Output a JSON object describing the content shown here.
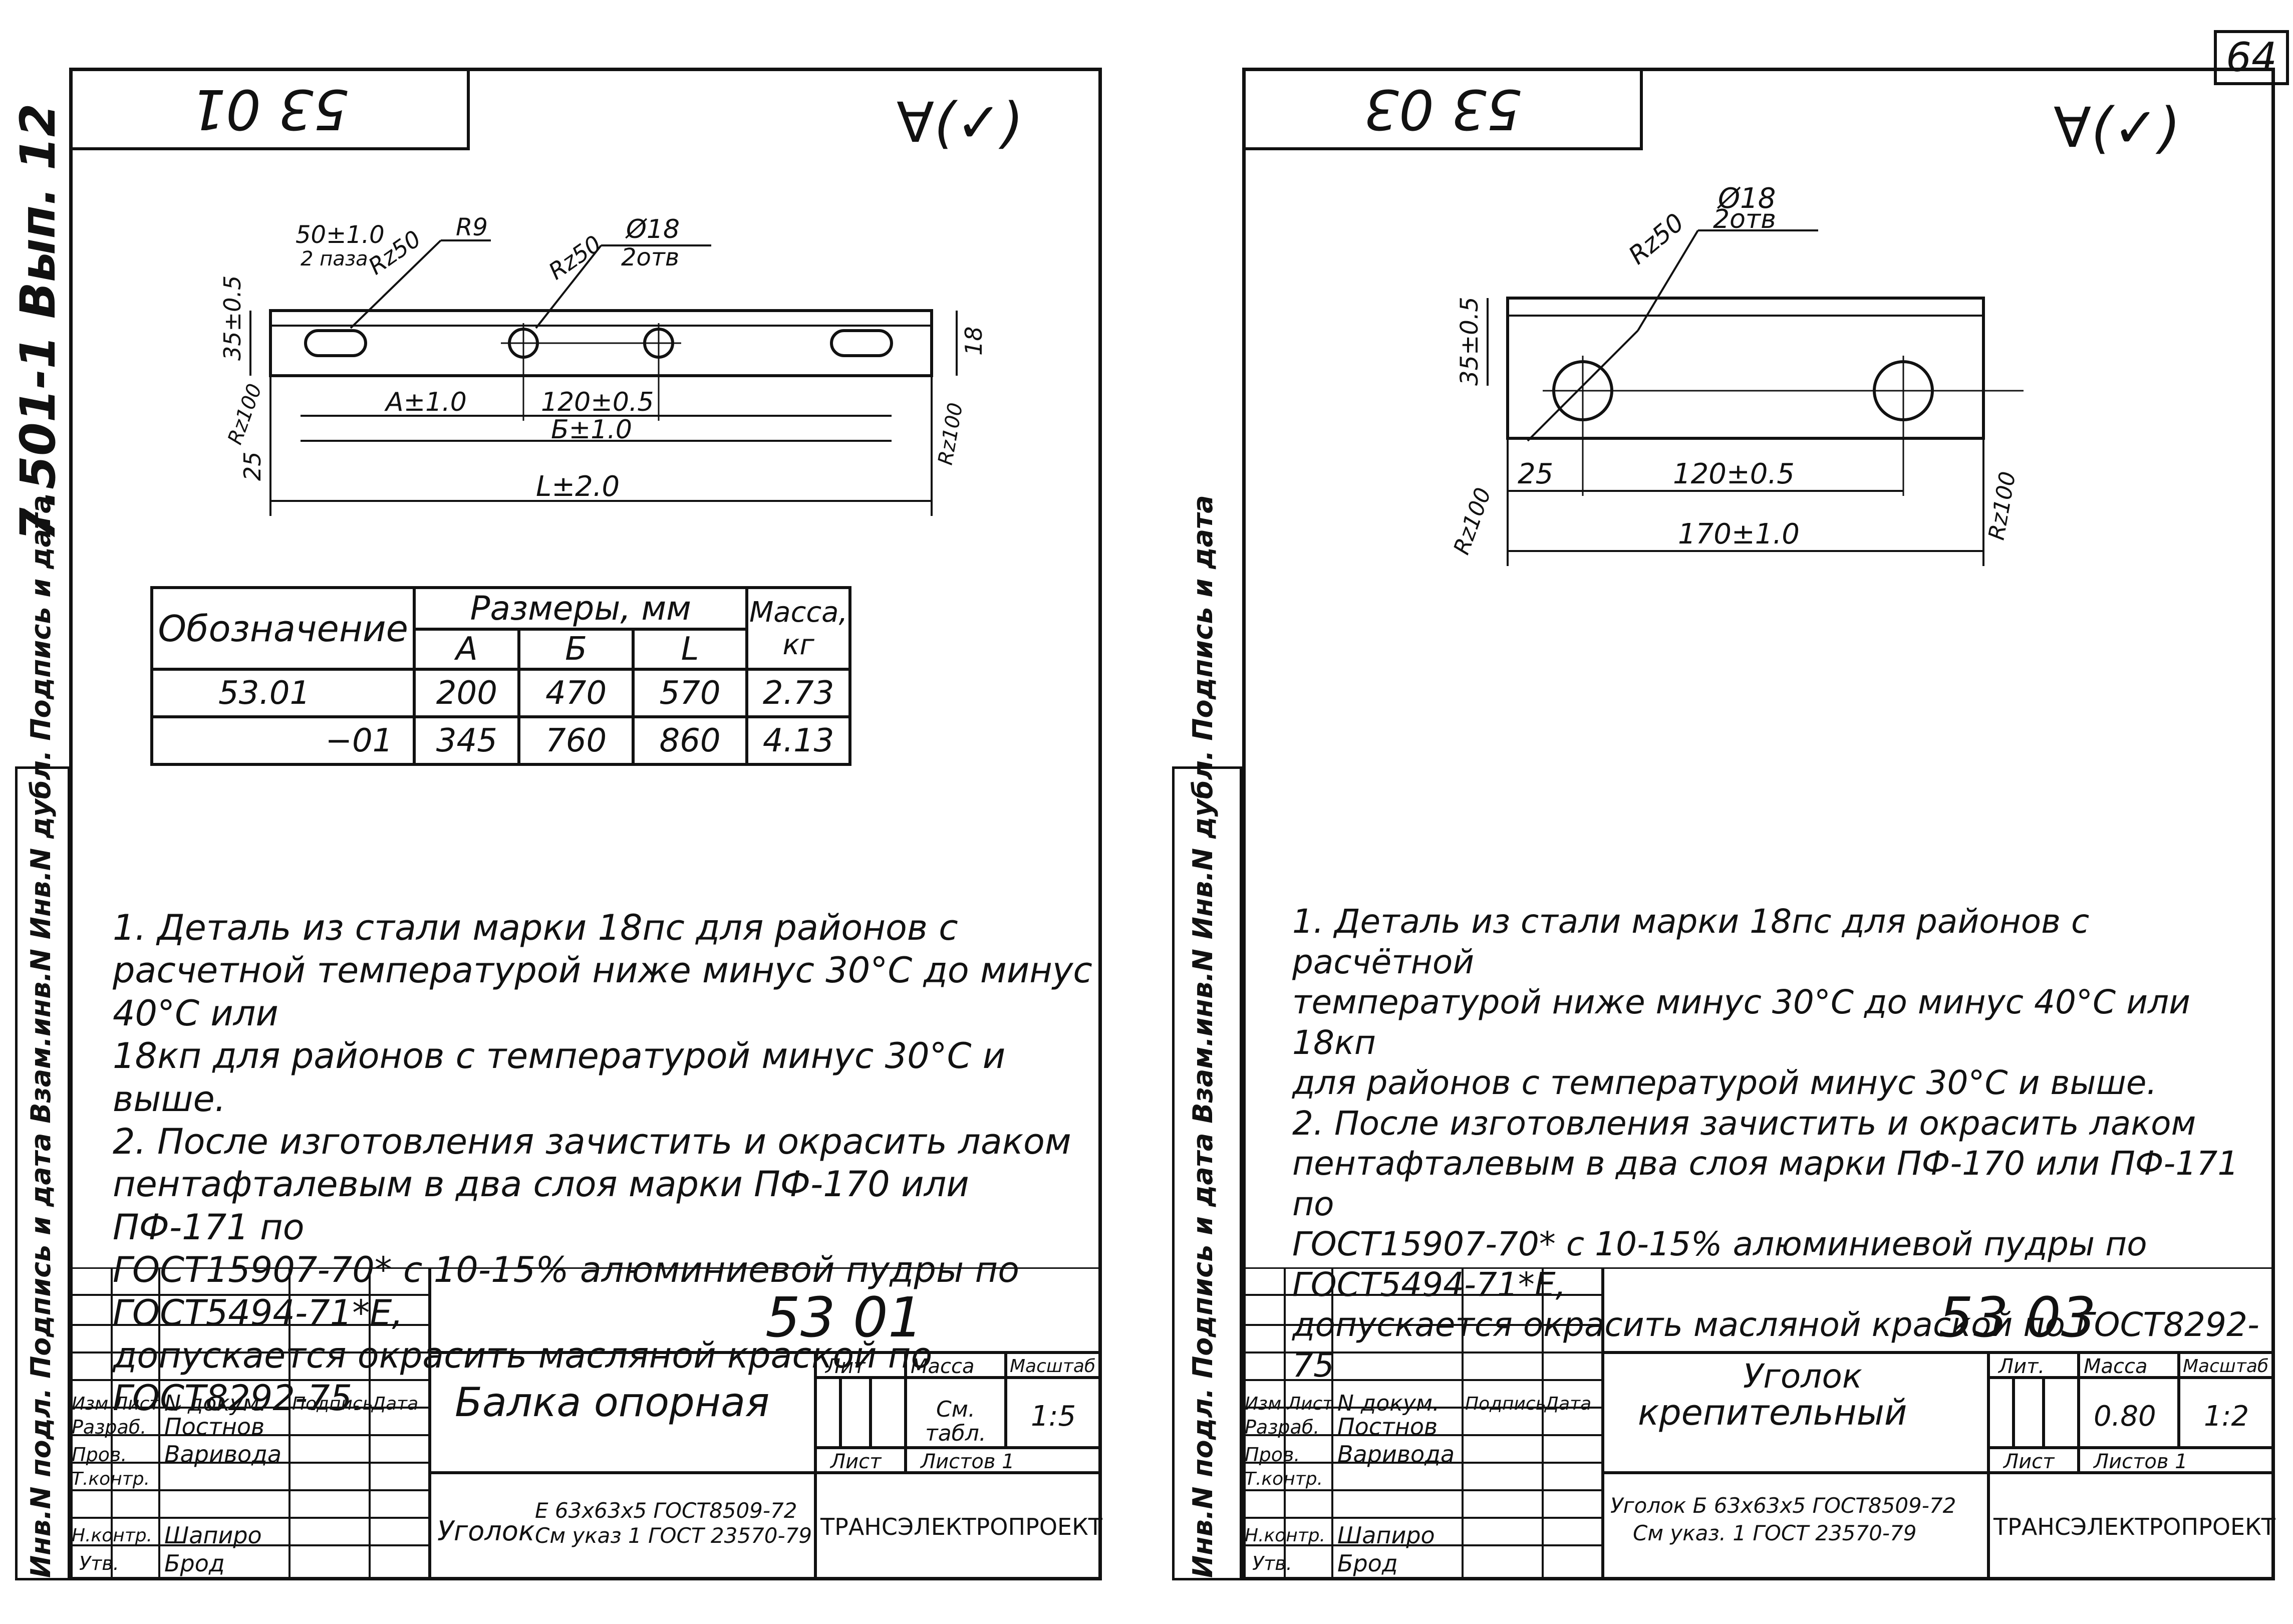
{
  "page_corner": {
    "sheet_number": "64"
  },
  "side_labels": {
    "series": "7.501-1 Вып. 12",
    "stamp_left": "Инв.N подл. Подпись и дата Взам.инв.N Инв.N дубл. Подпись и дата",
    "stamp_right": "Инв.N подл. Подпись и дата Взам.инв.N Инв.N дубл. Подпись и дата"
  },
  "left_sheet": {
    "code": "53 01",
    "roughness_symbol": "∀(✓)",
    "drawing": {
      "dim_50": "50±1.0",
      "dim_2paza": "2 паза",
      "rz50a": "Rz50",
      "r9": "R9",
      "rz50b": "Rz50",
      "hole": "Ø18",
      "holes_count": "2отв",
      "dim_35": "35±0.5",
      "dim_18": "18",
      "rz100_left": "Rz100",
      "dim_25": "25",
      "dim_a": "A±1.0",
      "dim_120": "120±0.5",
      "dim_b": "Б±1.0",
      "dim_l": "L±2.0",
      "rz100_right": "Rz100"
    },
    "table": {
      "h_designation": "Обозначение",
      "h_sizes": "Размеры, мм",
      "h_mass": "Масса, кг",
      "h_a": "A",
      "h_b": "Б",
      "h_l": "L",
      "rows": [
        {
          "designation": "53.01",
          "a": "200",
          "b": "470",
          "l": "570",
          "mass": "2.73"
        },
        {
          "designation": "−01",
          "a": "345",
          "b": "760",
          "l": "860",
          "mass": "4.13"
        }
      ]
    },
    "notes": "1. Деталь из стали марки 18пс для районов с\nрасчетной температурой ниже минус 30°С до минус 40°С или\n18кп для районов с температурой минус 30°С и выше.\n2. После изготовления зачистить и окрасить лаком\nпентафталевым в два слоя марки ПФ-170 или ПФ-171 по\nГОСТ15907-70* с 10-15% алюминиевой пудры по ГОСТ5494-71*Е,\nдопускается окрасить масляной краской по ГОСТ8292-75.",
    "title_block": {
      "code": "53 01",
      "name": "Балка опорная",
      "lit": "Лит",
      "mass": "Масса",
      "scale": "Масштаб",
      "mass_value": "См. табл.",
      "scale_value": "1:5",
      "sheet": "Лист",
      "sheets": "Листов 1",
      "material_prefix": "Уголок",
      "material_line1": "Е 63х63х5 ГОСТ8509-72",
      "material_line2": "См указ 1 ГОСТ 23570-79",
      "org": "ТРАНСЭЛЕКТРОПРОЕКТ",
      "h_izm": "Изм",
      "h_list": "Лист",
      "h_doc": "N докум.",
      "h_sign": "Подпись",
      "h_date": "Дата",
      "r_razrab": "Разраб.",
      "r_razrab_name": "Постнов",
      "r_prov": "Пров.",
      "r_prov_name": "Варивода",
      "r_tkontr": "Т.контр.",
      "r_nkontr": "Н.контр.",
      "r_nkontr_name": "Шапиро",
      "r_utv": "Утв.",
      "r_utv_name": "Брод"
    }
  },
  "right_sheet": {
    "code": "53 03",
    "roughness_symbol": "∀(✓)",
    "drawing": {
      "rz50": "Rz50",
      "hole": "Ø18",
      "holes_count": "2отв",
      "dim_35": "35±0.5",
      "rz100_left": "Rz100",
      "dim_25": "25",
      "dim_120": "120±0.5",
      "dim_170": "170±1.0",
      "rz100_right": "Rz100"
    },
    "notes": "1. Деталь из стали марки 18пс для районов с расчётной\nтемпературой ниже минус 30°С до минус 40°С или 18кп\nдля районов с температурой минус 30°С и выше.\n2. После изготовления зачистить и окрасить лаком\nпентафталевым в два слоя марки ПФ-170 или ПФ-171 по\nГОСТ15907-70* с 10-15% алюминиевой пудры по ГОСТ5494-71*Е,\nдопускается окрасить масляной краской по ГОСТ8292-75",
    "title_block": {
      "code": "53 03",
      "name_line1": "Уголок",
      "name_line2": "крепительный",
      "lit": "Лит.",
      "mass": "Масса",
      "scale": "Масштаб",
      "mass_value": "0.80",
      "scale_value": "1:2",
      "sheet": "Лист",
      "sheets": "Листов 1",
      "material_line1": "Уголок Б 63х63х5 ГОСТ8509-72",
      "material_line2": "См указ. 1 ГОСТ 23570-79",
      "org": "ТРАНСЭЛЕКТРОПРОЕКТ",
      "h_izm": "Изм",
      "h_list": "Лист",
      "h_doc": "N докум.",
      "h_sign": "Подпись",
      "h_date": "Дата",
      "r_razrab": "Разраб.",
      "r_razrab_name": "Постнов",
      "r_prov": "Пров.",
      "r_prov_name": "Варивода",
      "r_tkontr": "Т.контр.",
      "r_nkontr": "Н.контр.",
      "r_nkontr_name": "Шапиро",
      "r_utv": "Утв.",
      "r_utv_name": "Брод"
    }
  }
}
